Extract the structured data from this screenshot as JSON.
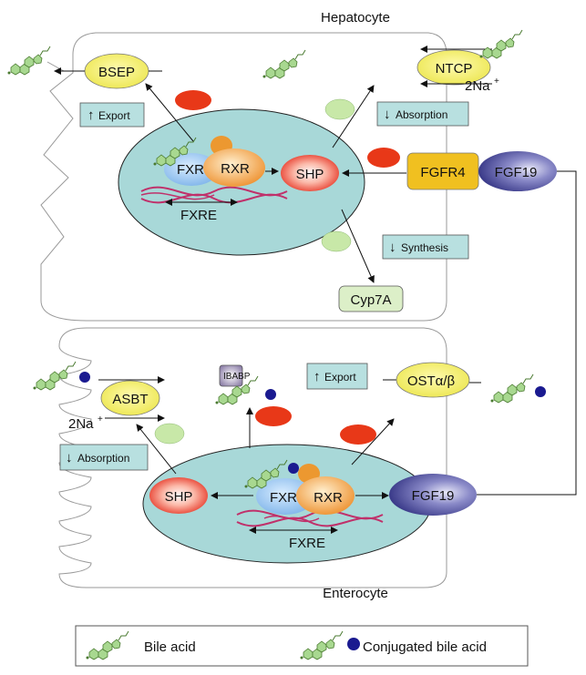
{
  "cells": {
    "hepatocyte": "Hepatocyte",
    "enterocyte": "Enterocyte"
  },
  "hepatocyte": {
    "bsep": "BSEP",
    "ntcp": "NTCP",
    "ntcp_sodium": "2Na",
    "ntcp_sodium_sup": "+",
    "export": "Export",
    "absorption": "Absorption",
    "synthesis": "Synthesis",
    "fxr": "FXR",
    "rxr": "RXR",
    "fxre": "FXRE",
    "shp": "SHP",
    "fgfr4": "FGFR4",
    "fgf19": "FGF19",
    "cyp7a": "Cyp7A"
  },
  "enterocyte": {
    "asbt": "ASBT",
    "asbt_sodium": "2Na",
    "asbt_sodium_sup": "+",
    "ibabp": "IBABP",
    "export": "Export",
    "ost_prefix": "OST",
    "ost_alpha": "α",
    "ost_slash": "/",
    "ost_beta": "β",
    "absorption": "Absorption",
    "shp": "SHP",
    "fxr": "FXR",
    "rxr": "RXR",
    "fxre": "FXRE",
    "fgf19": "FGF19"
  },
  "legend": {
    "bile_acid": "Bile acid",
    "conjugated_bile_acid": "Conjugated bile acid"
  },
  "arrows": {
    "up": "↑",
    "down": "↓"
  },
  "colors": {
    "nucleus": "#a8d8d8",
    "yellow": "#f2ef60",
    "fxr_blue": "#a8d0f0",
    "rxr_orange": "#f0a040",
    "shp_red": "#f04030",
    "red_oval": "#e83818",
    "green_oval": "#c8e8a8",
    "fgfr4": "#f0c020",
    "fgf19": "#2a2a80",
    "box_teal": "#b8e0e0",
    "dna": "#c0306a",
    "bile_green": "#a8d890",
    "conj_blue": "#1a1a90"
  }
}
